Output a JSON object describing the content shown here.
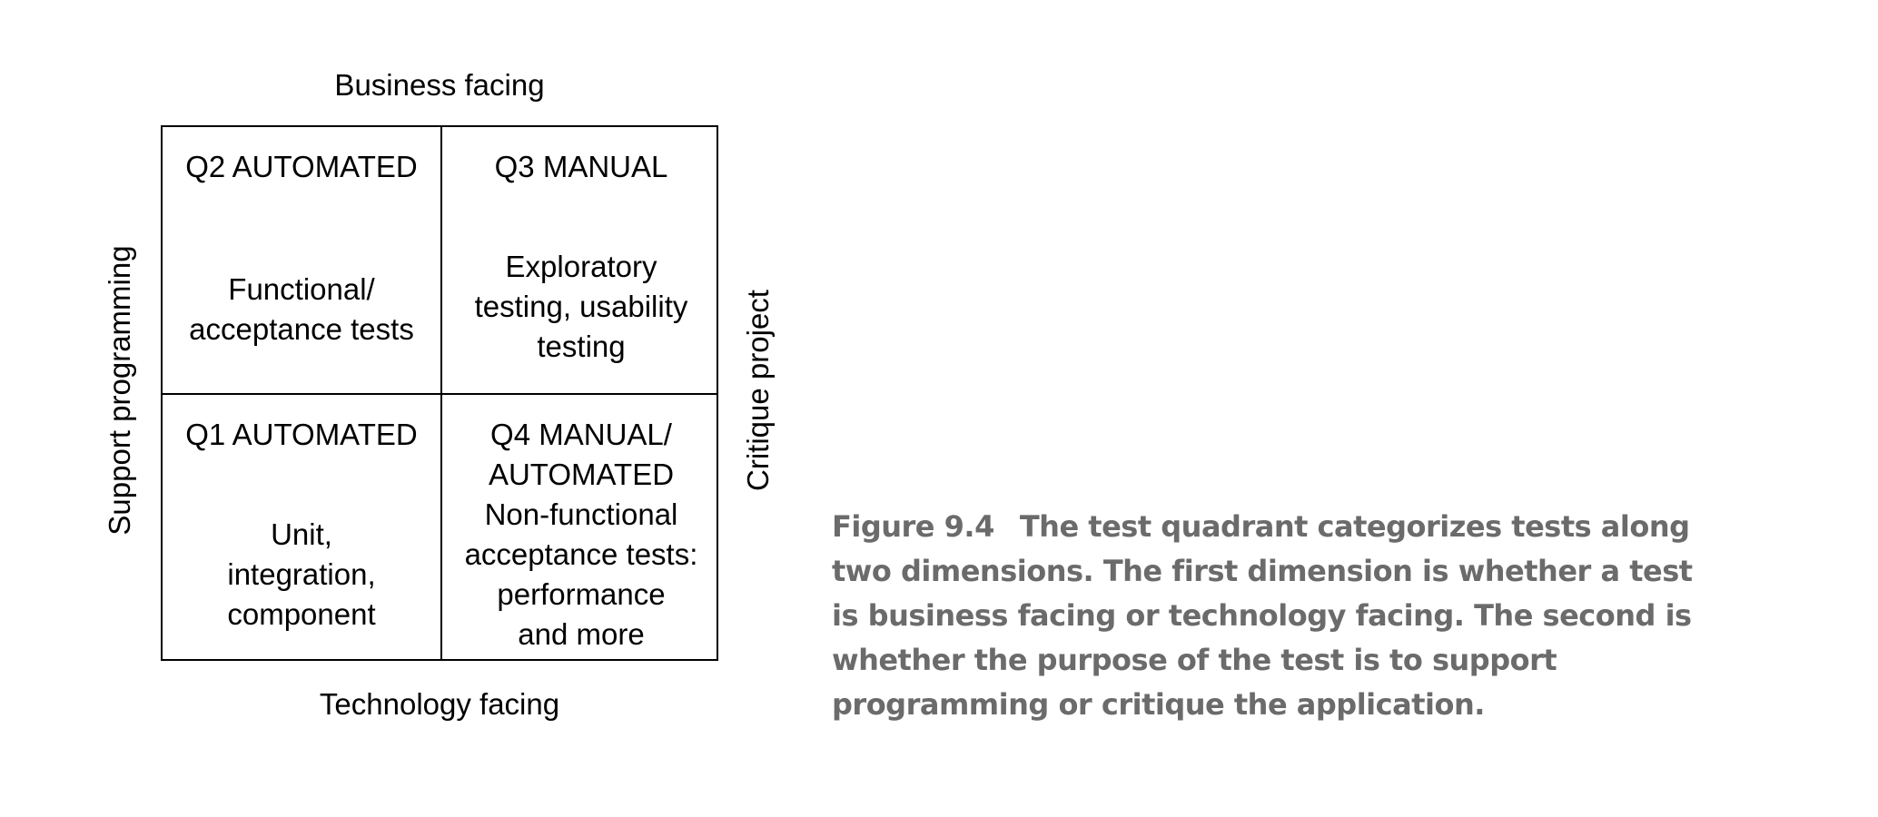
{
  "diagram": {
    "axes": {
      "top": "Business facing",
      "bottom": "Technology facing",
      "left": "Support programming",
      "right": "Critique project"
    },
    "quadrants": {
      "q2": {
        "title": "Q2 AUTOMATED",
        "body_lines": [
          "Functional/",
          "acceptance tests"
        ]
      },
      "q3": {
        "title": "Q3 MANUAL",
        "body_lines": [
          "Exploratory",
          "testing, usability",
          "testing"
        ]
      },
      "q1": {
        "title": "Q1 AUTOMATED",
        "body_lines": [
          "Unit,",
          "integration,",
          "component"
        ]
      },
      "q4": {
        "title_lines": [
          "Q4 MANUAL/",
          "AUTOMATED"
        ],
        "body_lines": [
          "Non-functional",
          "acceptance tests:",
          "performance",
          "and more"
        ]
      }
    }
  },
  "caption": {
    "label": "Figure 9.4",
    "lines": [
      "The test quadrant categorizes tests along",
      "two dimensions. The first dimension is whether a test",
      "is business facing or technology facing. The second is",
      "whether the purpose of the test is to support",
      "programming or critique the application."
    ]
  }
}
